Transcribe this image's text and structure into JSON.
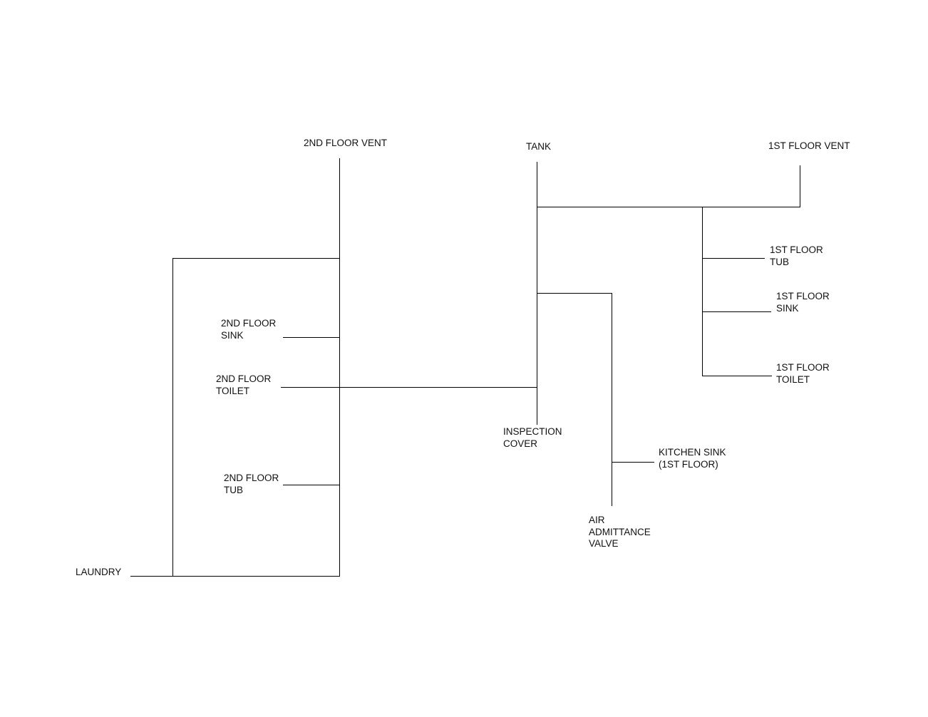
{
  "labels": {
    "vent_2nd": [
      "2ND FLOOR VENT"
    ],
    "tank": [
      "TANK"
    ],
    "vent_1st": [
      "1ST FLOOR VENT"
    ],
    "tub_1st": [
      "1ST FLOOR",
      "TUB"
    ],
    "sink_1st": [
      "1ST FLOOR",
      "SINK"
    ],
    "toilet_1st": [
      "1ST FLOOR",
      "TOILET"
    ],
    "sink_2nd": [
      "2ND FLOOR",
      "SINK"
    ],
    "toilet_2nd": [
      "2ND FLOOR",
      "TOILET"
    ],
    "tub_2nd": [
      "2ND FLOOR",
      "TUB"
    ],
    "inspection_cover": [
      "INSPECTION",
      "COVER"
    ],
    "kitchen_sink": [
      "KITCHEN SINK",
      "(1ST FLOOR)"
    ],
    "air_admittance_valve": [
      "AIR",
      "ADMITTANCE",
      "VALVE"
    ],
    "laundry": [
      "LAUNDRY"
    ]
  }
}
